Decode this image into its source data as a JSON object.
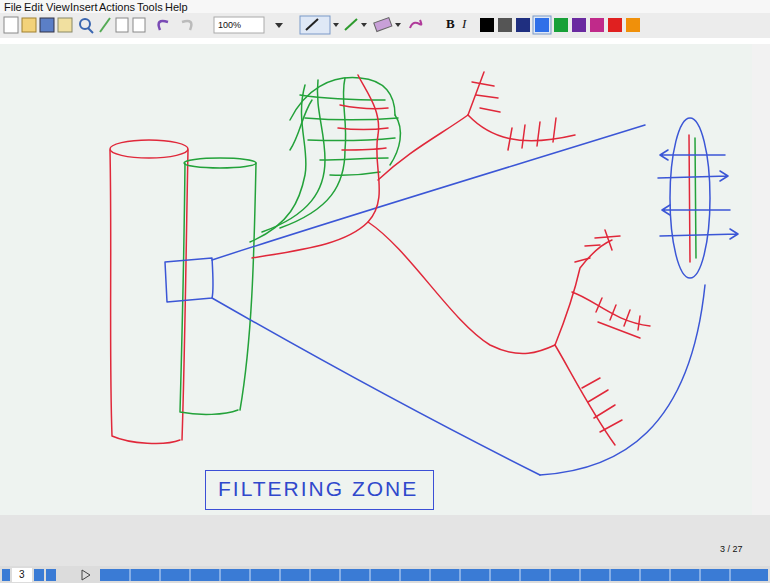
{
  "diagram": {
    "nodes": [
      {
        "text": [
          "FILTERING ZONE"
        ]
      }
    ],
    "labels": [
      "File",
      "Edit",
      "View",
      "Insert",
      "Actions",
      "Tools",
      "Help",
      "100%",
      "B",
      "I",
      "3 / 27",
      "3"
    ]
  }
}
